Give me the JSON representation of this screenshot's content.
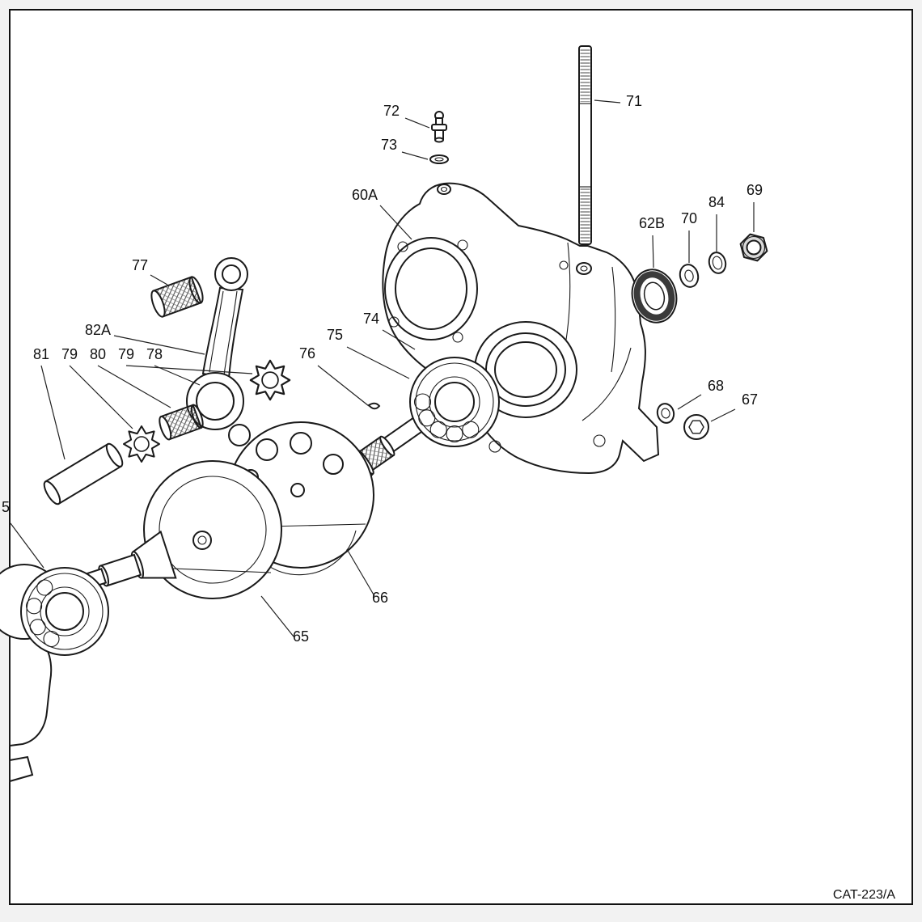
{
  "figure": {
    "type": "exploded-parts-diagram",
    "code": "CAT-223/A",
    "ink_color": "#1a1a1a",
    "background_color": "#ffffff",
    "seal_ring_color": "#3a3a3a"
  },
  "labels": {
    "n71": "71",
    "n72": "72",
    "n73": "73",
    "n60A": "60A",
    "n62B": "62B",
    "n70": "70",
    "n84": "84",
    "n69": "69",
    "n77": "77",
    "n82A": "82A",
    "n81": "81",
    "n79": "79",
    "n80": "80",
    "n78": "78",
    "n74": "74",
    "n75": "75",
    "n76": "76",
    "n68": "68",
    "n67": "67",
    "n66": "66",
    "n65": "65",
    "n5": "5"
  }
}
